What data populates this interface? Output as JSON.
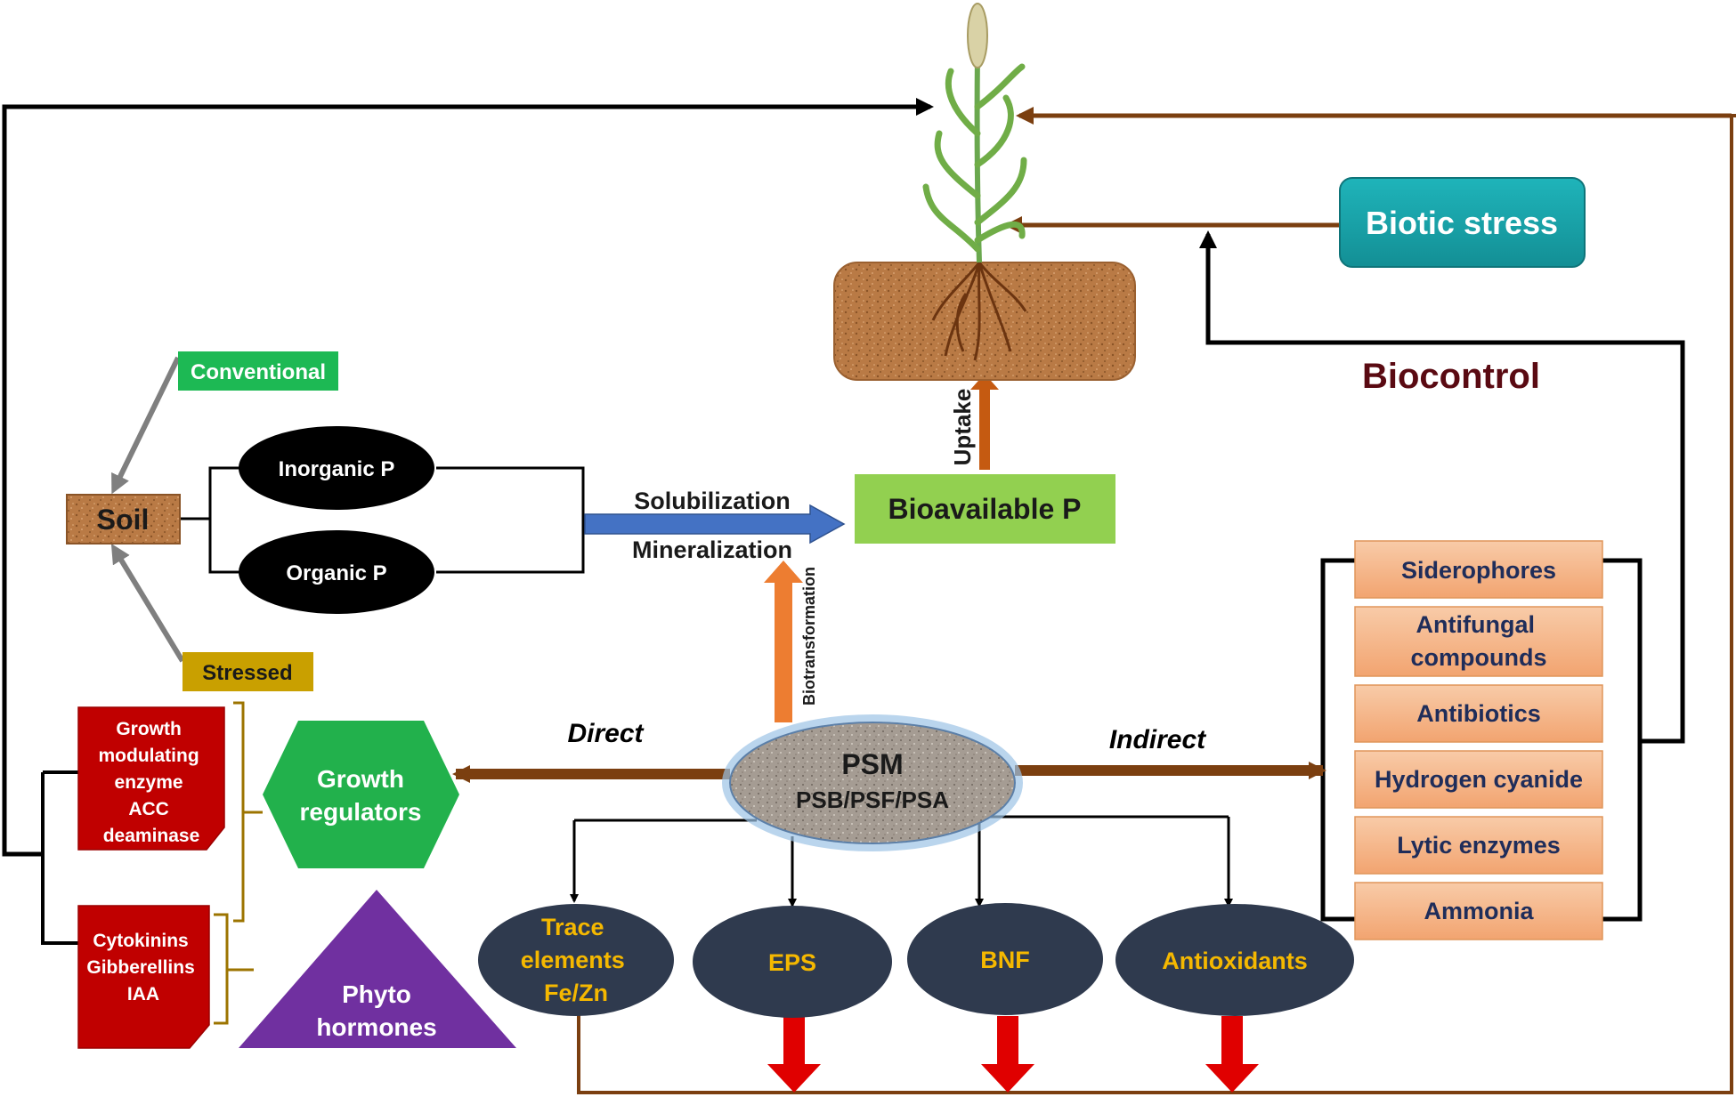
{
  "soil": "Soil",
  "conventional": "Conventional",
  "stressed": "Stressed",
  "inorganic_p": "Inorganic P",
  "organic_p": "Organic P",
  "solubilization": "Solubilization",
  "mineralization": "Mineralization",
  "bioavailable_p": "Bioavailable P",
  "uptake": "Uptake",
  "biotransformation": "Biotransformation",
  "biotic_stress": "Biotic stress",
  "biocontrol": "Biocontrol",
  "psm": {
    "title": "PSM",
    "subtitle": "PSB/PSF/PSA"
  },
  "direct": "Direct",
  "indirect": "Indirect",
  "growth_regulators": [
    "Growth",
    "regulators"
  ],
  "phyto_hormones": [
    "Phyto",
    "hormones"
  ],
  "growth_modulating": [
    "Growth",
    "modulating",
    "enzyme",
    "ACC",
    "deaminase"
  ],
  "hormones_list": [
    "Cytokinins",
    "Gibberellins",
    "IAA"
  ],
  "trace_elements": [
    "Trace",
    "elements",
    "Fe/Zn"
  ],
  "eps": "EPS",
  "bnf": "BNF",
  "antioxidants": "Antioxidants",
  "indirect_items": {
    "siderophores": "Siderophores",
    "antifungal": [
      "Antifungal",
      "compounds"
    ],
    "antibiotics": "Antibiotics",
    "hydrogen_cyanide": "Hydrogen cyanide",
    "lytic_enzymes": "Lytic enzymes",
    "ammonia": "Ammonia"
  },
  "colors": {
    "green_box": "#1db954",
    "gold_box": "#c9a000",
    "bioavailable": "#92d050",
    "teal": "#17a2a8",
    "biocontrol_text": "#5a0a12",
    "brown": "#7b3f10",
    "orange_arrow": "#ed7d31",
    "blue_arrow": "#4472c4",
    "red": "#d40000",
    "hexagon": "#22b14c",
    "triangle": "#7030a0",
    "dark_oval": "#2f3a4e",
    "peach": "#f4b183",
    "label_orange": "#f5b800"
  }
}
